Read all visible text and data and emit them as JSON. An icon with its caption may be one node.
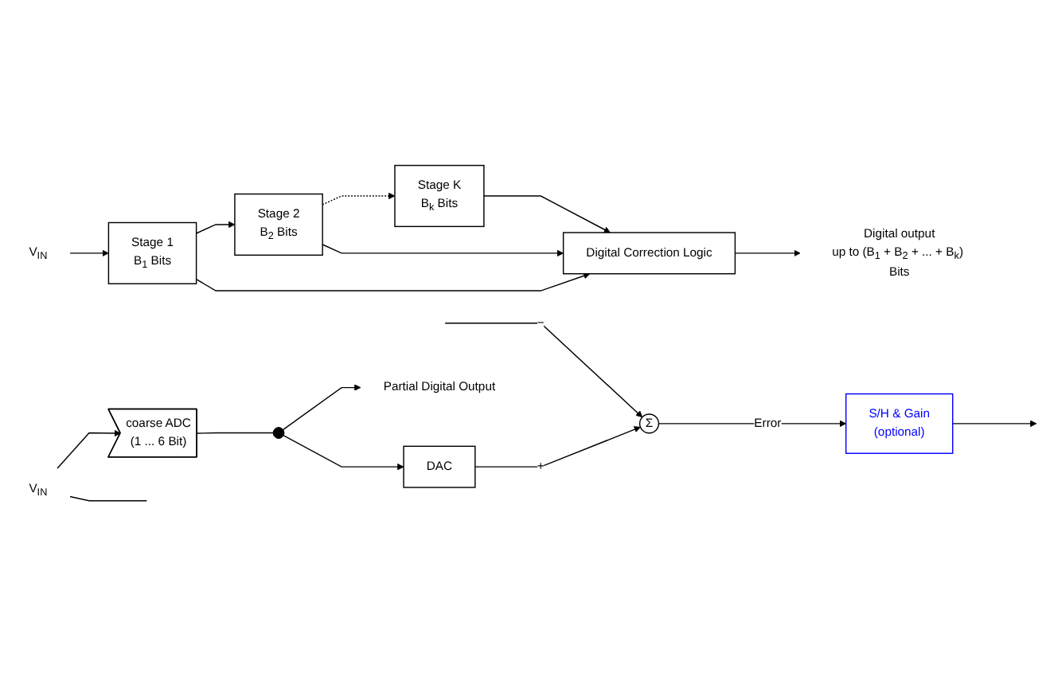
{
  "diagram": {
    "nodes": [
      {
        "text": [
          "V$_{IN}$"
        ]
      },
      {
        "text": [
          "Stage 1",
          "B$_{1}$ Bits"
        ]
      },
      {
        "text": [
          "Stage 2",
          "B$_{2}$ Bits"
        ]
      },
      {
        "text": [
          "Stage K",
          "B$_{k}$ Bits"
        ]
      },
      {
        "text": [
          "Digital Correction Logic"
        ]
      },
      {
        "text": [
          "Digital output",
          "up to (B$_{1}$ + B$_{2}$ + ... + B$_{k}$) Bits"
        ]
      },
      {
        "text": [
          "V$_{IN}$"
        ]
      },
      {
        "text": [
          "coarse ADC",
          "(1 ... 6 Bit)"
        ]
      },
      {
        "text": [],
        "shape": "circle"
      },
      {
        "text": [
          "Partial Digital Output"
        ]
      },
      {
        "text": [
          "DAC"
        ]
      },
      {
        "text": [
          "Σ"
        ]
      },
      {
        "text": [
          "S/H & Gain",
          "(optional)"
        ]
      }
    ],
    "edges": [
      {
        "from": 0,
        "to": 1,
        "arrow": "to"
      },
      {
        "from": 1,
        "to": 2,
        "arrow": "to"
      },
      {
        "from": 2,
        "to": 3,
        "arrow": "to",
        "style": "dashed"
      },
      {
        "from": 1,
        "to": 4,
        "arrow": "to"
      },
      {
        "from": 2,
        "to": 4,
        "arrow": "to"
      },
      {
        "from": 3,
        "to": 4,
        "arrow": "to"
      },
      {
        "from": 4,
        "to": 5,
        "arrow": "to"
      },
      {
        "from": 6,
        "to": 7,
        "arrow": "to"
      },
      {
        "from": 6,
        "to": null,
        "arrow": "none"
      },
      {
        "from": 7,
        "to": 8,
        "arrow": "none"
      },
      {
        "from": 8,
        "to": 9,
        "arrow": "to"
      },
      {
        "from": 8,
        "to": 10,
        "arrow": "to"
      },
      {
        "from": 10,
        "to": 11,
        "arrow": "to",
        "label": "+"
      },
      {
        "from": null,
        "to": 11,
        "arrow": "to",
        "label": "−"
      },
      {
        "from": 11,
        "to": 12,
        "arrow": "to",
        "label": "Error"
      },
      {
        "from": 12,
        "to": null,
        "arrow": "to"
      }
    ]
  }
}
